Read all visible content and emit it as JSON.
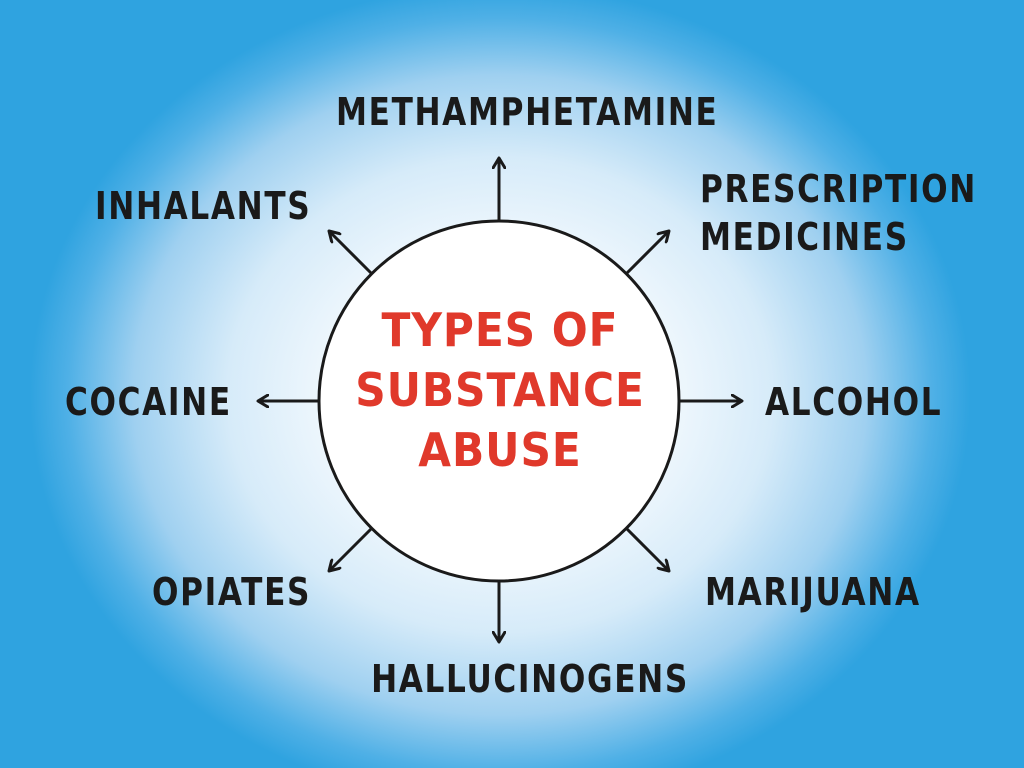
{
  "hub": {
    "lines": [
      "TYPES OF",
      "SUBSTANCE",
      "ABUSE"
    ],
    "text_color": "#e0392b"
  },
  "nodes": {
    "top": "METHAMPHETAMINE",
    "top_right": [
      "PRESCRIPTION",
      "MEDICINES"
    ],
    "right": "ALCOHOL",
    "bottom_right": "MARIJUANA",
    "bottom": "HALLUCINOGENS",
    "bottom_left": "OPIATES",
    "left": "COCAINE",
    "top_left": "INHALANTS"
  },
  "colors": {
    "background_edge": "#2fa3e0",
    "background_center": "#ffffff",
    "stroke": "#1a1a1a"
  }
}
